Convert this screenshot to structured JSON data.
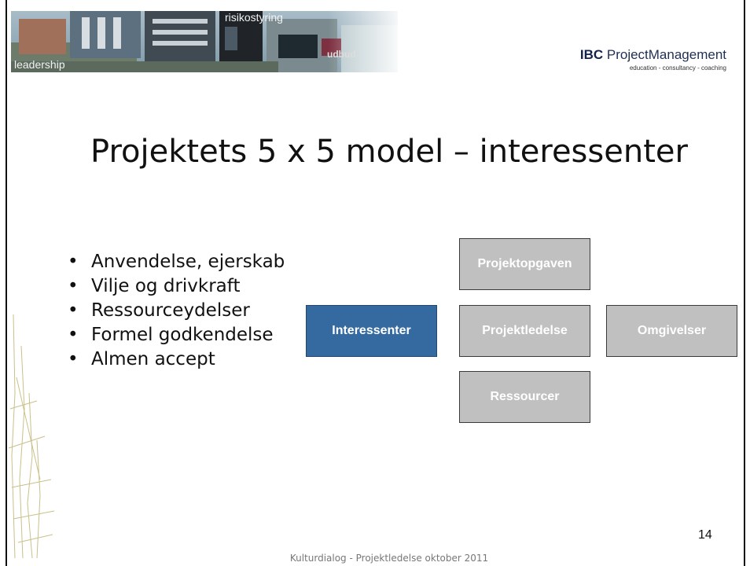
{
  "header": {
    "banner_words": [
      "leadership",
      "risikostyring",
      "udbud"
    ],
    "logo": {
      "prefix": "IBC",
      "name": "ProjectManagement",
      "tagline": "education - consultancy - coaching"
    }
  },
  "title": "Projektets 5 x 5 model – interessenter",
  "bullets": [
    "Anvendelse, ejerskab",
    "Vilje og drivkraft",
    "Ressourceydelser",
    "Formel godkendelse",
    "Almen accept"
  ],
  "diagram": {
    "top": "Projektopgaven",
    "left": "Interessenter",
    "center": "Projektledelse",
    "right": "Omgivelser",
    "bottom": "Ressourcer",
    "highlight_color": "#356aa0",
    "default_color": "#c0c0c0"
  },
  "page_number": "14",
  "footer": "Kulturdialog - Projektledelse oktober 2011"
}
